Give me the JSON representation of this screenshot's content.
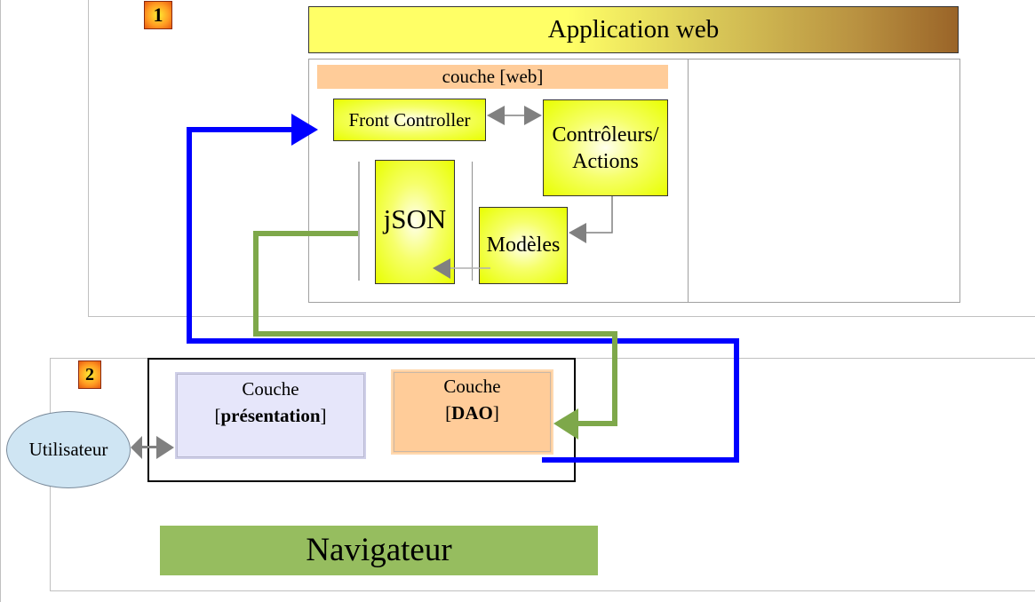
{
  "diagram": {
    "section1": {
      "badge": "1"
    },
    "section2": {
      "badge": "2"
    },
    "app_title": "Application web",
    "web_layer_label": "couche [web]",
    "front_controller": "Front Controller",
    "controllers_line1": "Contrôleurs/",
    "controllers_line2": "Actions",
    "json_label": "jSON",
    "models_label": "Modèles",
    "presentation_line1": "Couche",
    "presentation_line2_open": "[",
    "presentation_line2_bold": "présentation",
    "presentation_line2_close": "]",
    "dao_line1": "Couche",
    "dao_line2_open": "[",
    "dao_line2_bold": "DAO",
    "dao_line2_close": "]",
    "user_label": "Utilisateur",
    "browser_label": "Navigateur",
    "colors": {
      "request_arrow": "#0000ff",
      "response_arrow": "#7ea84a",
      "internal_arrow": "#808080",
      "title_gradient_start": "#ffff66",
      "title_gradient_end": "#9a6428",
      "web_layer": "#ffcc99",
      "component_fill": "#e8ff00",
      "presentation_fill": "#e6e6fa",
      "dao_fill": "#ffcc99",
      "user_fill": "#cfe5f3",
      "browser_fill": "#96bd5f"
    }
  }
}
